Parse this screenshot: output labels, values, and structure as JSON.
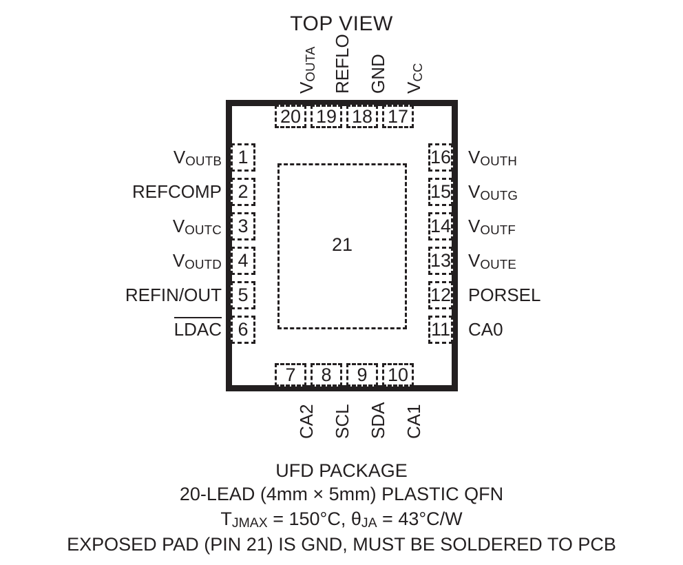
{
  "diagram": {
    "title": "TOP VIEW",
    "package_outline_color": "#231f20",
    "background_color": "#ffffff",
    "exposed_pad": {
      "number": "21",
      "note": "EXPOSED PAD (PIN 21) IS GND, MUST BE SOLDERED TO PCB"
    },
    "pins": {
      "left": [
        {
          "number": "1",
          "name_main": "V",
          "name_sub": "OUTB",
          "overbar": false
        },
        {
          "number": "2",
          "name_main": "REFCOMP",
          "name_sub": "",
          "overbar": false
        },
        {
          "number": "3",
          "name_main": "V",
          "name_sub": "OUTC",
          "overbar": false
        },
        {
          "number": "4",
          "name_main": "V",
          "name_sub": "OUTD",
          "overbar": false
        },
        {
          "number": "5",
          "name_main": "REFIN/OUT",
          "name_sub": "",
          "overbar": false
        },
        {
          "number": "6",
          "name_main": "LDAC",
          "name_sub": "",
          "overbar": true
        }
      ],
      "bottom": [
        {
          "number": "7",
          "name_main": "CA2",
          "name_sub": "",
          "overbar": false
        },
        {
          "number": "8",
          "name_main": "SCL",
          "name_sub": "",
          "overbar": false
        },
        {
          "number": "9",
          "name_main": "SDA",
          "name_sub": "",
          "overbar": false
        },
        {
          "number": "10",
          "name_main": "CA1",
          "name_sub": "",
          "overbar": false
        }
      ],
      "right": [
        {
          "number": "16",
          "name_main": "V",
          "name_sub": "OUTH",
          "overbar": false
        },
        {
          "number": "15",
          "name_main": "V",
          "name_sub": "OUTG",
          "overbar": false
        },
        {
          "number": "14",
          "name_main": "V",
          "name_sub": "OUTF",
          "overbar": false
        },
        {
          "number": "13",
          "name_main": "V",
          "name_sub": "OUTE",
          "overbar": false
        },
        {
          "number": "12",
          "name_main": "PORSEL",
          "name_sub": "",
          "overbar": false
        },
        {
          "number": "11",
          "name_main": "CA0",
          "name_sub": "",
          "overbar": false
        }
      ],
      "top": [
        {
          "number": "20",
          "name_main": "V",
          "name_sub": "OUTA",
          "overbar": false
        },
        {
          "number": "19",
          "name_main": "REFLO",
          "name_sub": "",
          "overbar": false
        },
        {
          "number": "18",
          "name_main": "GND",
          "name_sub": "",
          "overbar": false
        },
        {
          "number": "17",
          "name_main": "V",
          "name_sub": "CC",
          "overbar": false
        }
      ]
    }
  },
  "caption": {
    "line1": "UFD PACKAGE",
    "line2": "20-LEAD (4mm × 5mm) PLASTIC QFN",
    "line3_t_symbol": "T",
    "line3_t_sub": "JMAX",
    "line3_t_value": " = 150°C, ",
    "line3_theta_symbol": "θ",
    "line3_theta_sub": "JA",
    "line3_theta_value": " = 43°C/W",
    "line4": "EXPOSED PAD (PIN 21) IS GND, MUST BE SOLDERED TO PCB"
  }
}
